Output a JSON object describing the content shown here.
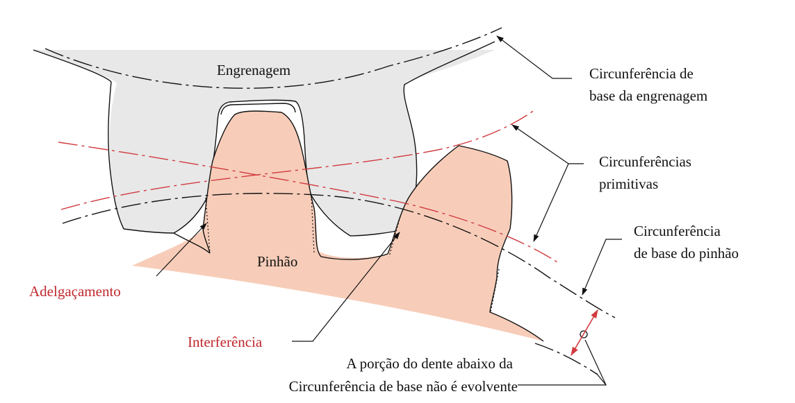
{
  "colors": {
    "gear_fill": "#e8e8e8",
    "pinion_fill": "#f7cdb9",
    "line": "#111111",
    "red": "#d13a3f"
  },
  "labels": {
    "gear": "Engrenagem",
    "pinion": "Pinhão",
    "gear_base_circle": [
      "Circunferência de",
      "base da engrenagem"
    ],
    "pitch_circles": [
      "Circunferências",
      "primitivas"
    ],
    "pinion_base_circle": [
      "Circunferência",
      "de base do pinhão"
    ],
    "undercut": "Adelgaçamento",
    "interference": "Interferência",
    "non_involute": [
      "A porção do dente abaixo da",
      "Circunferência de base não é evolvente"
    ]
  }
}
